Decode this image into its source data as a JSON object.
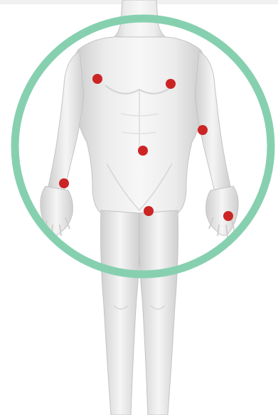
{
  "colors": {
    "background": "#ffffff",
    "ring": "#86d0b0",
    "marker": "#cc2424",
    "skin_light": "#f4f4f4",
    "skin_mid": "#dcdcdc",
    "skin_shadow": "#bdbdbd"
  },
  "figure": {
    "subject": "male-body-front-view"
  },
  "markers": [
    {
      "name": "marker-right-shoulder"
    },
    {
      "name": "marker-left-chest"
    },
    {
      "name": "marker-left-forearm"
    },
    {
      "name": "marker-navel"
    },
    {
      "name": "marker-right-wrist"
    },
    {
      "name": "marker-groin"
    },
    {
      "name": "marker-left-hand"
    }
  ]
}
